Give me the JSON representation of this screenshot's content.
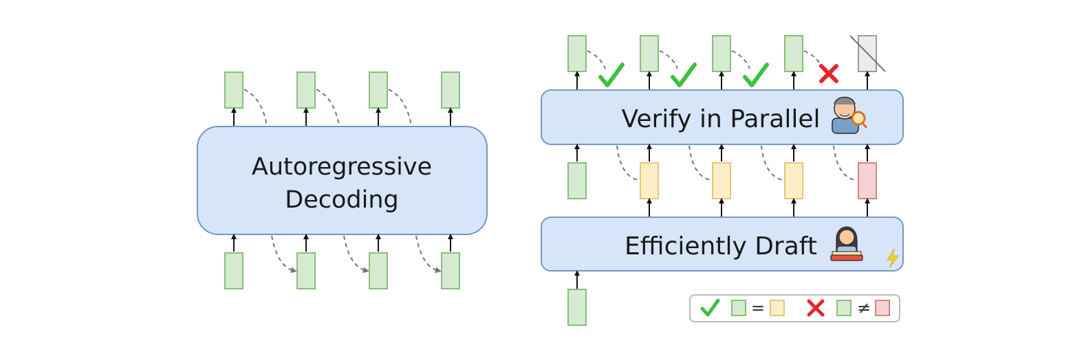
{
  "left_panel": {
    "block_line1": "Autoregressive",
    "block_line2": "Decoding"
  },
  "right_panel": {
    "verify_label": "Verify in Parallel",
    "draft_label": "Efficiently Draft",
    "verify_results": [
      "accepted",
      "accepted",
      "accepted",
      "rejected"
    ]
  },
  "legend": {
    "equal_symbol": "=",
    "not_equal_symbol": "≠"
  },
  "colors": {
    "block_fill": "#d6e5f8",
    "block_stroke": "#7596c6",
    "token_green": "#d7ead2",
    "token_green_stroke": "#86c07a",
    "token_yellow": "#fcefc7",
    "token_yellow_stroke": "#e3c778",
    "token_red": "#f6d2d2",
    "token_red_stroke": "#d98383",
    "check": "#3cc13c",
    "cross": "#e6262a"
  }
}
